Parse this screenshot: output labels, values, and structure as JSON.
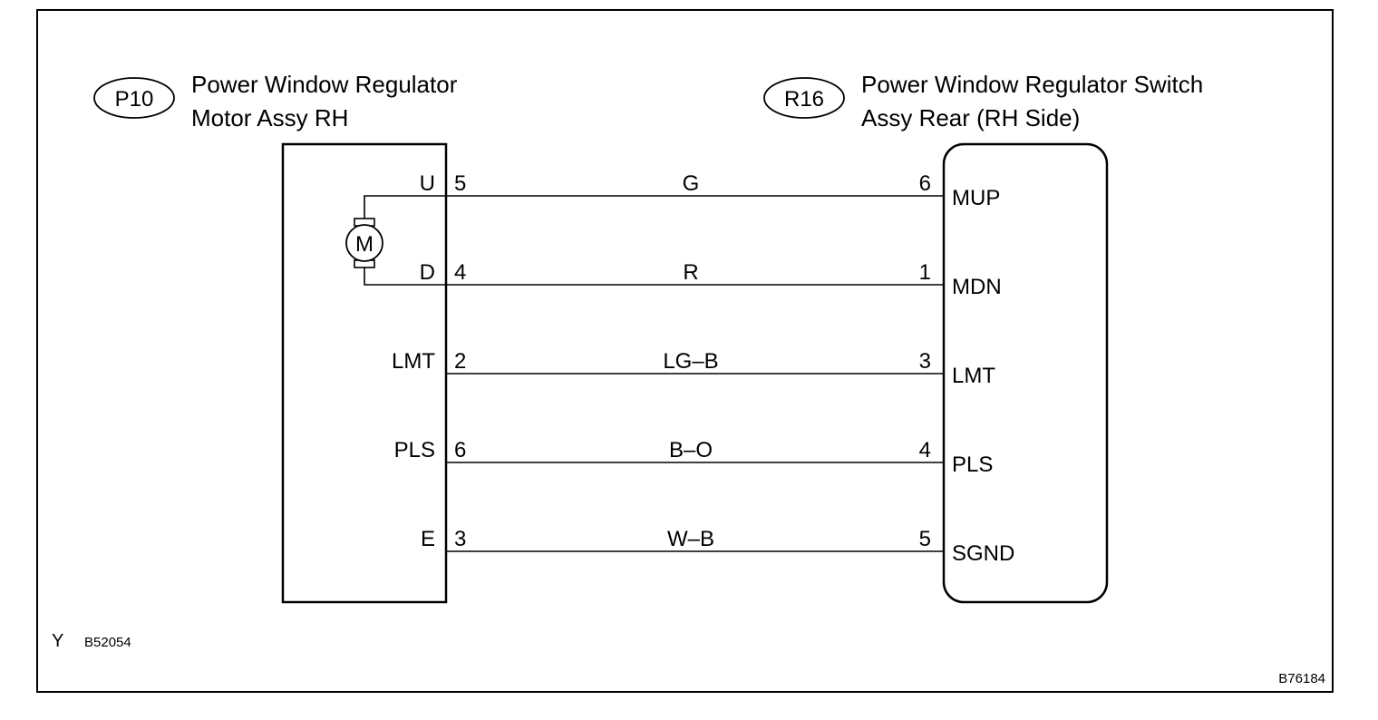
{
  "left_component": {
    "connector_id": "P10",
    "title_line1": "Power Window Regulator",
    "title_line2": "Motor Assy RH",
    "motor_symbol": "M"
  },
  "right_component": {
    "connector_id": "R16",
    "title_line1": "Power Window Regulator Switch",
    "title_line2": "Assy Rear (RH Side)"
  },
  "wires": [
    {
      "left_terminal": "U",
      "left_pin": "5",
      "color_code": "G",
      "right_pin": "6",
      "right_terminal": "MUP"
    },
    {
      "left_terminal": "D",
      "left_pin": "4",
      "color_code": "R",
      "right_pin": "1",
      "right_terminal": "MDN"
    },
    {
      "left_terminal": "LMT",
      "left_pin": "2",
      "color_code": "LG–B",
      "right_pin": "3",
      "right_terminal": "LMT"
    },
    {
      "left_terminal": "PLS",
      "left_pin": "6",
      "color_code": "B–O",
      "right_pin": "4",
      "right_terminal": "PLS"
    },
    {
      "left_terminal": "E",
      "left_pin": "3",
      "color_code": "W–B",
      "right_pin": "5",
      "right_terminal": "SGND"
    }
  ],
  "footer": {
    "marker": "Y",
    "code_left": "B52054",
    "code_right": "B76184"
  }
}
